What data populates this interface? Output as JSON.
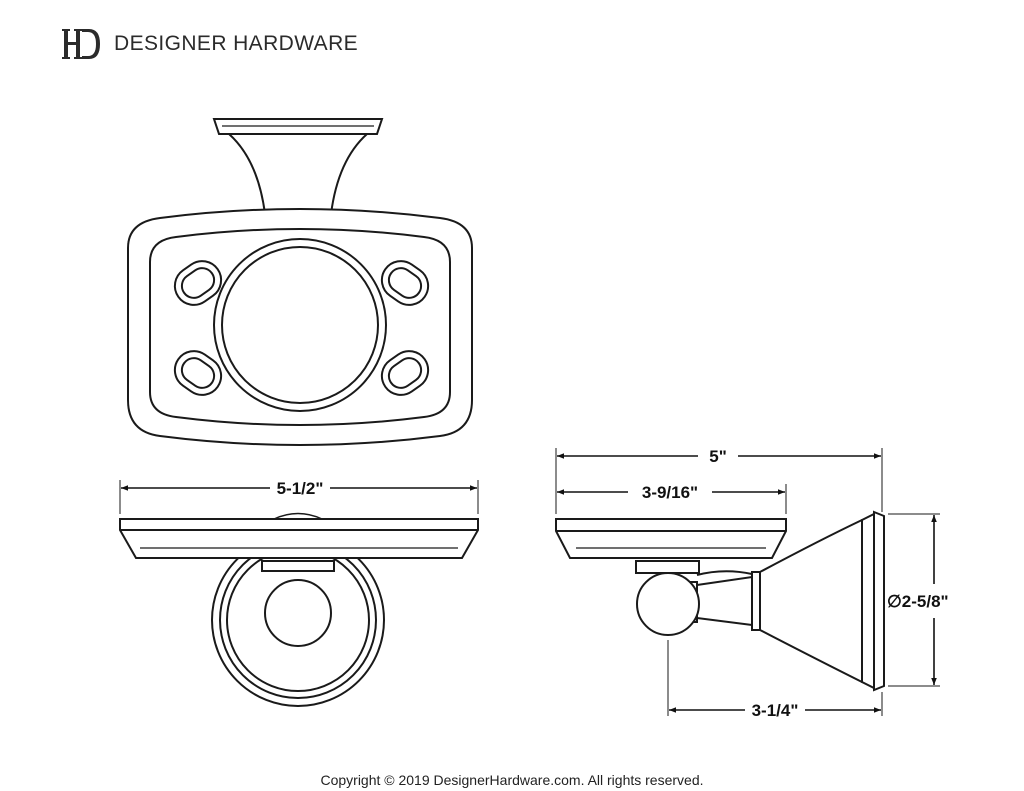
{
  "brand": {
    "logo_icon": "dh-monogram-logo",
    "name": "DESIGNER HARDWARE"
  },
  "drawing": {
    "views": [
      "top-view",
      "front-view",
      "side-view"
    ],
    "dimensions": {
      "front_width": "5-1/2\"",
      "side_total_depth": "5\"",
      "side_holder_depth": "3-9/16\"",
      "side_projection": "3-1/4\"",
      "flange_diameter": "∅2-5/8\""
    }
  },
  "footer": {
    "copyright": "Copyright © 2019 DesignerHardware.com. All rights reserved."
  }
}
